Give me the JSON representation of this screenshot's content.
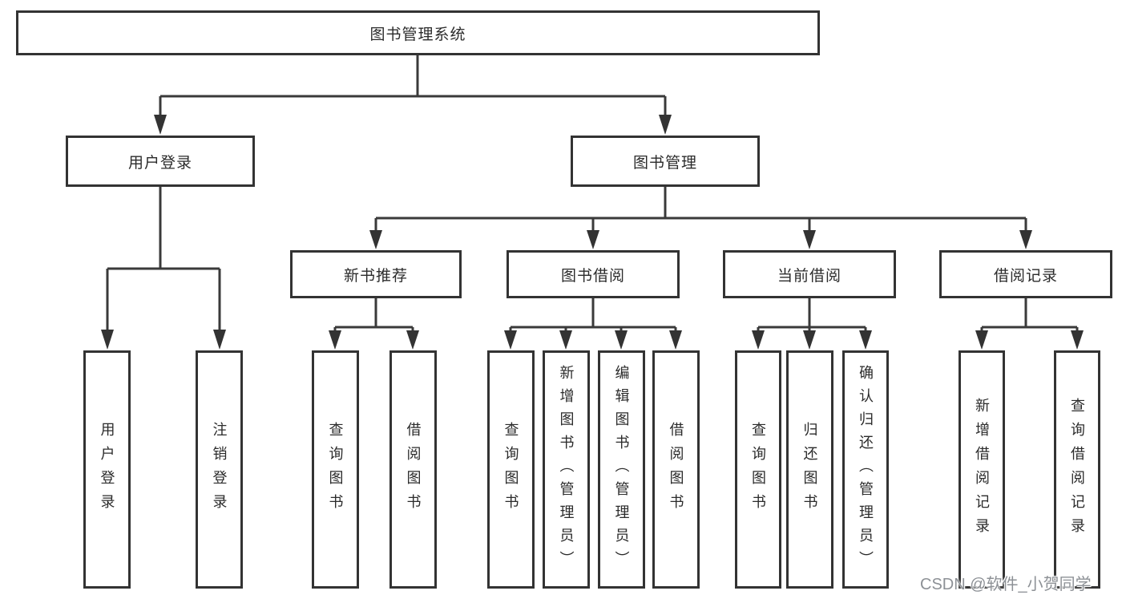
{
  "diagram": {
    "root": {
      "label": "图书管理系统"
    },
    "level2": [
      {
        "label": "用户登录",
        "children": [
          {
            "label": "用户登录"
          },
          {
            "label": "注销登录"
          }
        ]
      },
      {
        "label": "图书管理"
      }
    ],
    "level3": [
      {
        "label": "新书推荐",
        "children": [
          {
            "label": "查询图书"
          },
          {
            "label": "借阅图书"
          }
        ]
      },
      {
        "label": "图书借阅",
        "children": [
          {
            "label": "查询图书"
          },
          {
            "label": "新增图书（管理员）"
          },
          {
            "label": "编辑图书（管理员）"
          },
          {
            "label": "借阅图书"
          }
        ]
      },
      {
        "label": "当前借阅",
        "children": [
          {
            "label": "查询图书"
          },
          {
            "label": "归还图书"
          },
          {
            "label": "确认归还（管理员）"
          }
        ]
      },
      {
        "label": "借阅记录",
        "children": [
          {
            "label": "新增借阅记录"
          },
          {
            "label": "查询借阅记录"
          }
        ]
      }
    ]
  },
  "colors": {
    "line": "#3a3a3a",
    "border": "#333333",
    "text": "#2b2b2b",
    "watermark": "#8d9196"
  },
  "watermark": "CSDN @软件_小贺同学"
}
